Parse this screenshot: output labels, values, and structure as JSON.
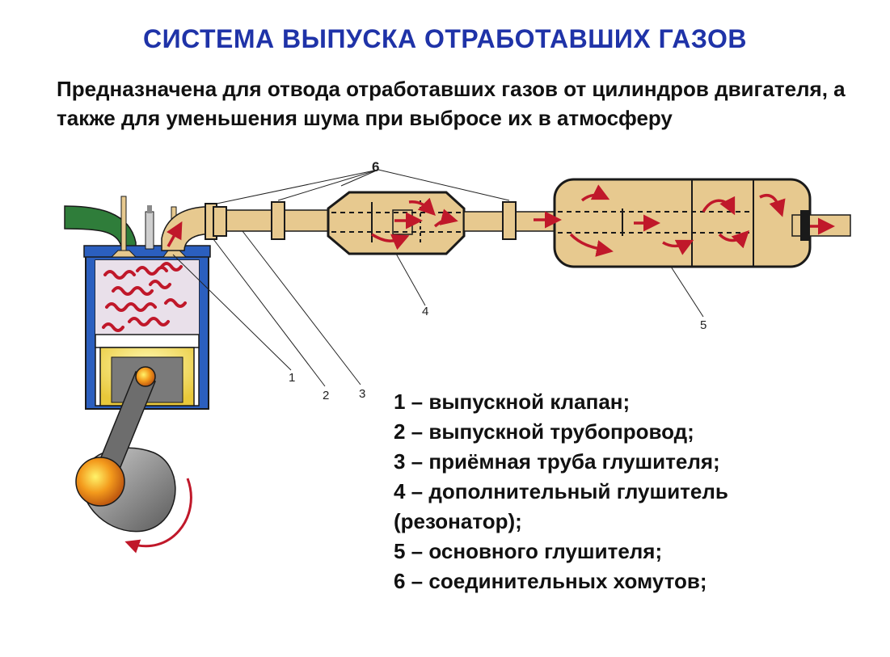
{
  "title": "СИСТЕМА ВЫПУСКА ОТРАБОТАВШИХ ГАЗОВ",
  "subtitle": "Предназначена для отвода отработавших газов от цилиндров двигателя, а также для уменьшения шума при выбросе их в атмосферу",
  "callouts": {
    "c1": "1",
    "c2": "2",
    "c3": "3",
    "c4": "4",
    "c5": "5",
    "c6": "6"
  },
  "legend": [
    "1 – выпускной клапан;",
    "2 – выпускной трубопровод;",
    "3 – приёмная труба глушителя;",
    "4 – дополнительный глушитель",
    "(резонатор);",
    "5 – основного глушителя;",
    "6 – соединительных хомутов;"
  ],
  "colors": {
    "title": "#1f33a8",
    "pipe_fill": "#e7c98f",
    "pipe_stroke": "#1a1a1a",
    "gas_arrows": "#c0182a",
    "cylinder_blue": "#2b5fbf",
    "intake_green": "#2f7d3a",
    "piston_yellow": "#f3e26a",
    "crank_orange": "#f39a1c"
  }
}
